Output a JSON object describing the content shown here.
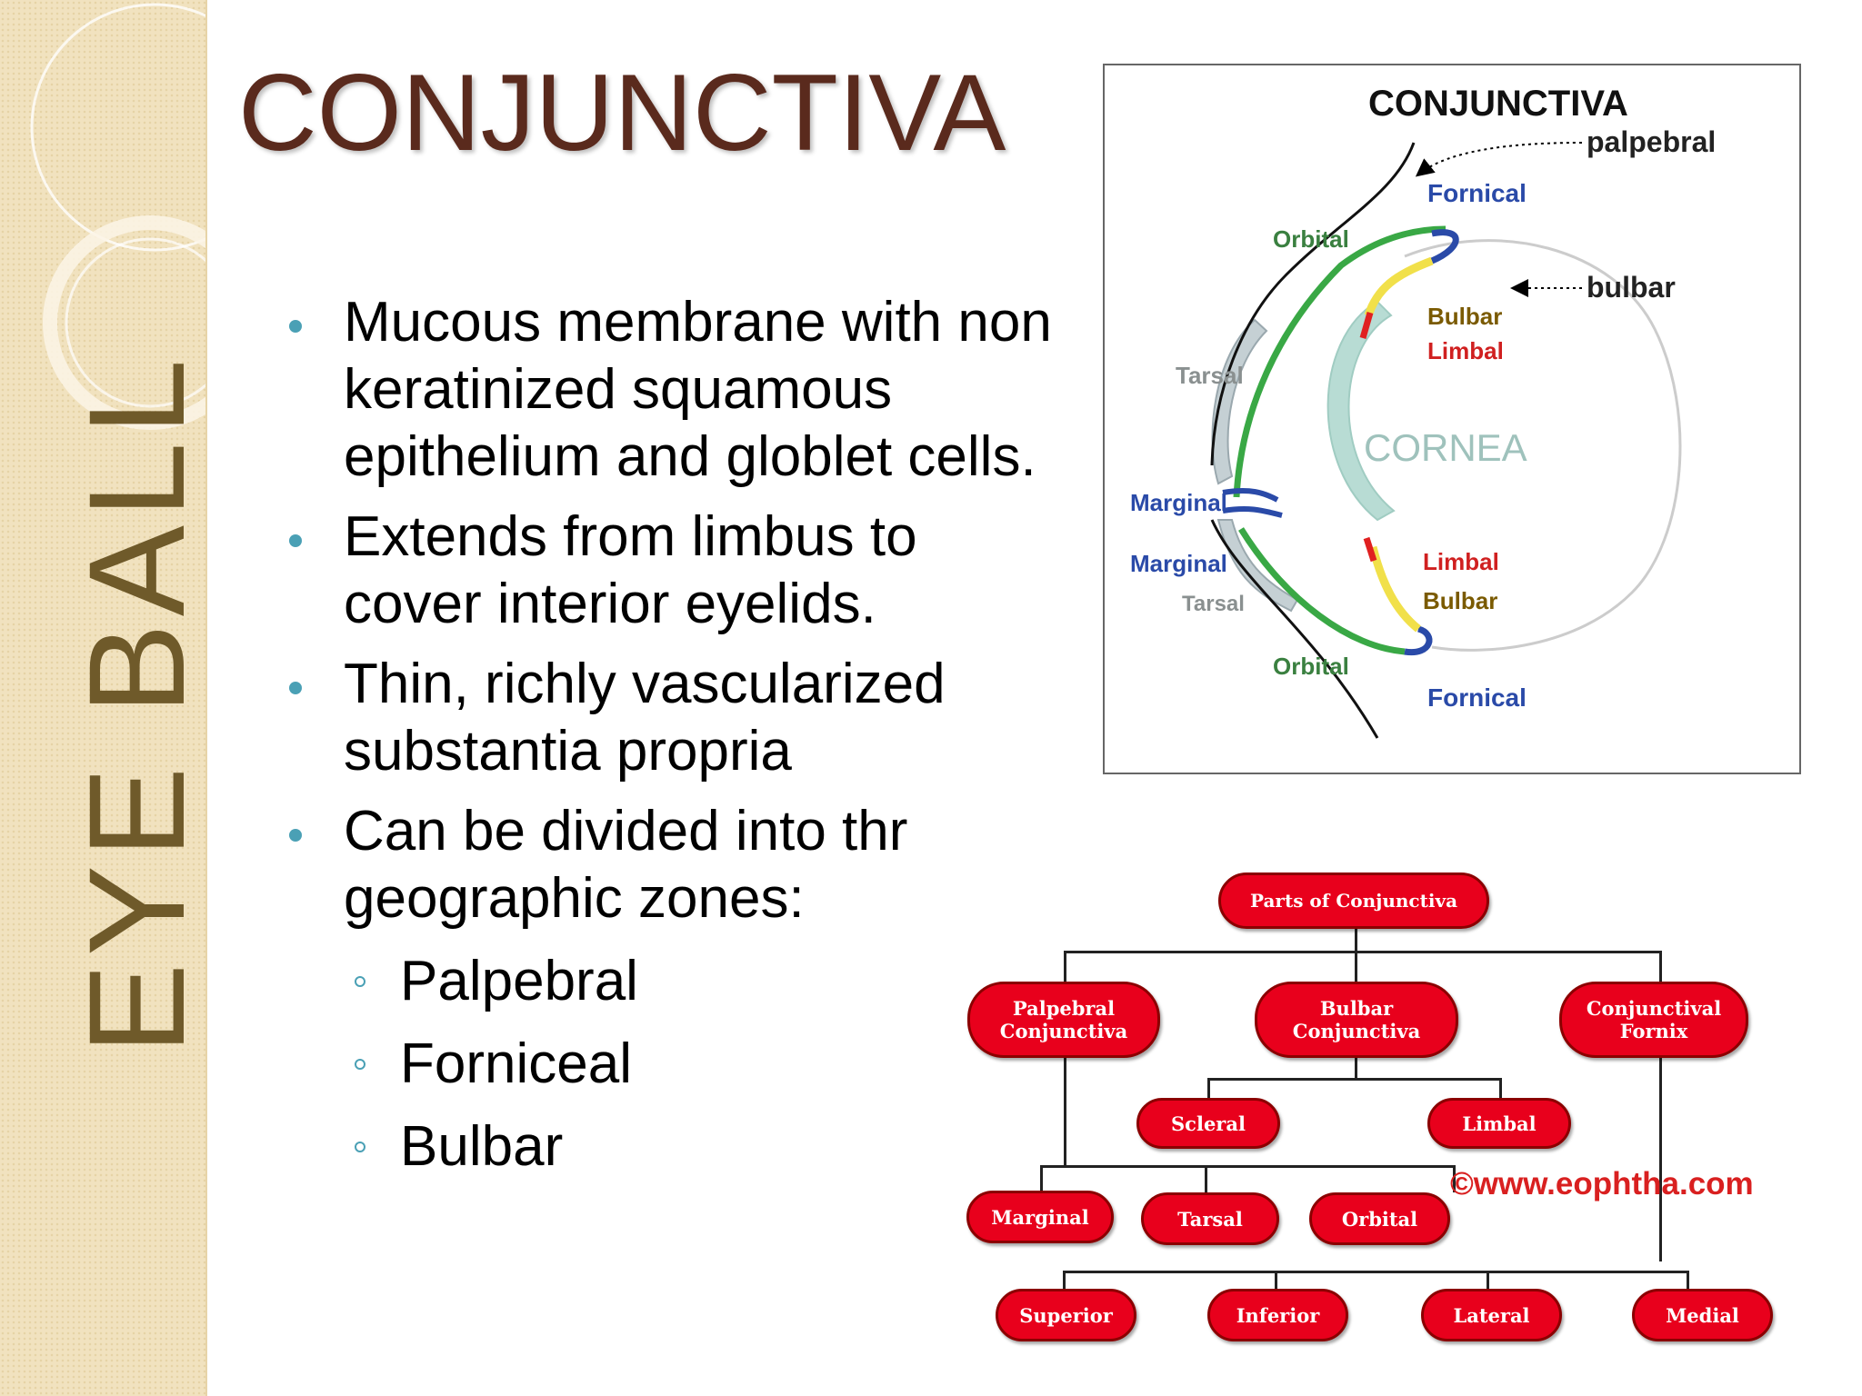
{
  "sidebar": {
    "vertical_title": "EYE BALL"
  },
  "slide": {
    "title": "CONJUNCTIVA",
    "bullets": [
      "Mucous membrane with non keratinized squamous epithelium and globlet cells.",
      "Extends from limbus to cover interior eyelids.",
      "Thin, richly vascularized substantia propria",
      "Can be divided into thr geographic zones:"
    ],
    "sub_bullets": [
      "Palpebral",
      "Forniceal",
      "Bulbar"
    ]
  },
  "diagram": {
    "title": "CONJUNCTIVA",
    "palpebral": "palpebral",
    "bulbar_arrow": "bulbar",
    "fornical_top": "Fornical",
    "orbital_top": "Orbital",
    "bulbar_top": "Bulbar",
    "limbal_top": "Limbal",
    "tarsal_top": "Tarsal",
    "cornea": "CORNEA",
    "marginal_top": "Marginal",
    "marginal_bottom": "Marginal",
    "limbal_bottom": "Limbal",
    "bulbar_bottom": "Bulbar",
    "tarsal_bottom": "Tarsal",
    "orbital_bottom": "Orbital",
    "fornical_bottom": "Fornical"
  },
  "flowchart": {
    "root": "Parts of Conjunctiva",
    "palpebral": "Palpebral\nConjunctiva",
    "bulbar": "Bulbar\nConjunctiva",
    "fornix": "Conjunctival\nFornix",
    "scleral": "Scleral",
    "limbal": "Limbal",
    "marginal": "Marginal",
    "tarsal": "Tarsal",
    "orbital": "Orbital",
    "superior": "Superior",
    "inferior": "Inferior",
    "lateral": "Lateral",
    "medial": "Medial",
    "watermark": "©www.eophtha.com"
  }
}
